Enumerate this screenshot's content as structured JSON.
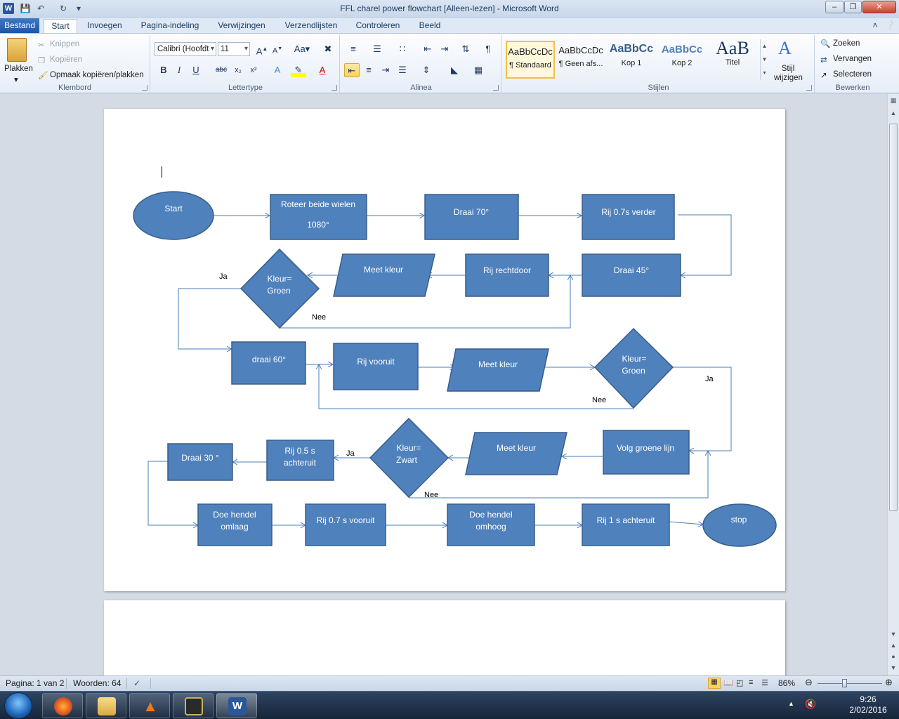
{
  "window": {
    "title": "FFL charel power flowchart [Alleen-lezen]  -  Microsoft Word",
    "app_icon": "W"
  },
  "quick_access": [
    "save-icon",
    "undo-icon",
    "redo-icon",
    "customize-icon"
  ],
  "tabs": [
    "Bestand",
    "Start",
    "Invoegen",
    "Pagina-indeling",
    "Verwijzingen",
    "Verzendlijsten",
    "Controleren",
    "Beeld"
  ],
  "ribbon": {
    "clipboard": {
      "paste": "Plakken",
      "cut": "Knippen",
      "copy": "Kopiëren",
      "format_painter": "Opmaak kopiëren/plakken",
      "label": "Klembord"
    },
    "font": {
      "name": "Calibri (Hoofdt",
      "size": "11",
      "label": "Lettertype",
      "bold": "B",
      "italic": "I",
      "underline": "U",
      "strike": "abc",
      "sub": "x₂",
      "sup": "x²"
    },
    "paragraph": {
      "label": "Alinea",
      "pilcrow": "¶"
    },
    "styles": {
      "label": "Stijlen",
      "items": [
        {
          "sample": "AaBbCcDc",
          "name": "¶ Standaard"
        },
        {
          "sample": "AaBbCcDc",
          "name": "¶ Geen afs..."
        },
        {
          "sample": "AaBbCc",
          "name": "Kop 1"
        },
        {
          "sample": "AaBbCc",
          "name": "Kop 2"
        },
        {
          "sample": "AaB",
          "name": "Titel"
        }
      ],
      "change": "Stijl wijzigen"
    },
    "editing": {
      "label": "Bewerken",
      "find": "Zoeken",
      "replace": "Vervangen",
      "select": "Selecteren"
    }
  },
  "flowchart": {
    "nodes": {
      "start": "Start",
      "roteer_1": "Roteer beide wielen",
      "roteer_2": "1080°",
      "draai70": "Draai 70°",
      "rij07": "Rij 0.7s verder",
      "draai45": "Draai 45°",
      "rijrecht": "Rij rechtdoor",
      "meet1": "Meet kleur",
      "kleur1_1": "Kleur=",
      "kleur1_2": "Groen",
      "draai60": "draai 60°",
      "rijvooruit": "Rij vooruit",
      "meet2": "Meet kleur",
      "kleur2_1": "Kleur=",
      "kleur2_2": "Groen",
      "volg": "Volg groene lijn",
      "meet3": "Meet kleur",
      "kleur3_1": "Kleur=",
      "kleur3_2": "Zwart",
      "rij05_1": "Rij 0.5 s",
      "rij05_2": "achteruit",
      "draai30": "Draai 30 °",
      "hendel_omlaag_1": "Doe hendel",
      "hendel_omlaag_2": "omlaag",
      "rij07v": "Rij 0.7 s vooruit",
      "hendel_omhoog_1": "Doe hendel",
      "hendel_omhoog_2": "omhoog",
      "rij1": "Rij 1 s achteruit",
      "stop": "stop"
    },
    "labels": {
      "ja1": "Ja",
      "nee1": "Nee",
      "ja2": "Ja",
      "nee2": "Nee",
      "ja3": "Ja",
      "nee3": "Nee"
    }
  },
  "status": {
    "page": "Pagina: 1 van 2",
    "words": "Woorden: 64",
    "zoom": "86%"
  },
  "taskbar": {
    "time": "9:26",
    "date": "2/02/2016"
  },
  "colors": {
    "shape_fill": "#4f81bd",
    "shape_stroke": "#385d8a",
    "connector": "#4a7ebb"
  }
}
